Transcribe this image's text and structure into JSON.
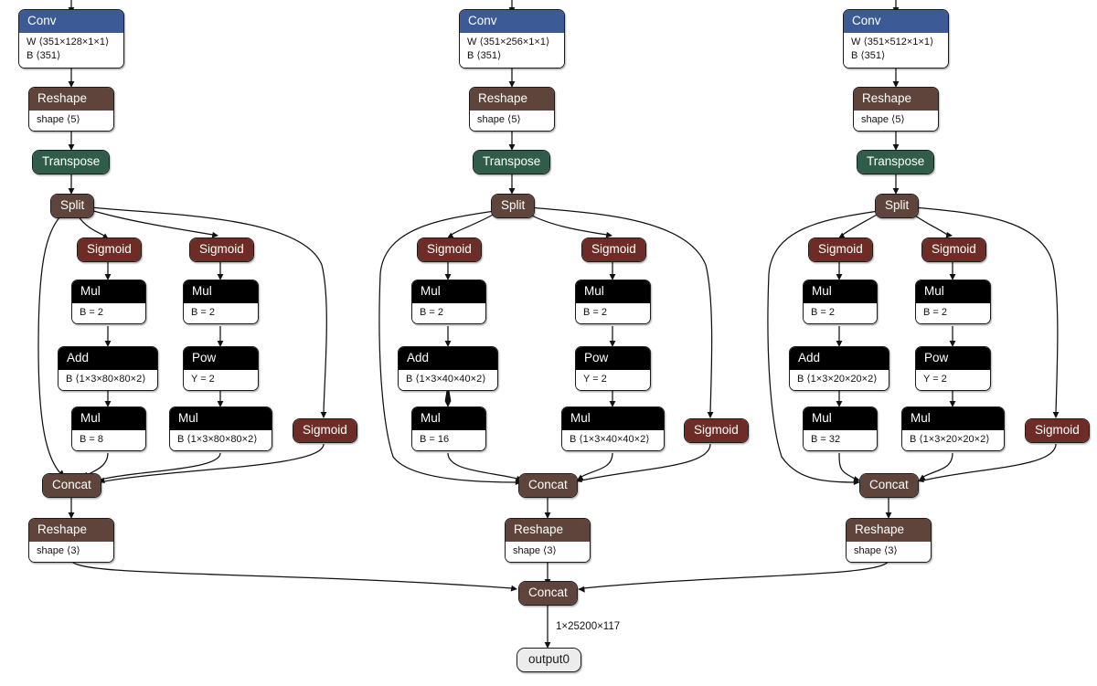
{
  "graph": {
    "output_edge_label": "1×25200×117",
    "output_node": "output0",
    "columns": [
      {
        "conv": {
          "title": "Conv",
          "w": "W ⟨351×128×1×1⟩",
          "b": "B ⟨351⟩"
        },
        "reshape_top": {
          "title": "Reshape",
          "shape": "shape ⟨5⟩"
        },
        "transpose": {
          "title": "Transpose"
        },
        "split": {
          "title": "Split"
        },
        "sigmoid_a": {
          "title": "Sigmoid"
        },
        "sigmoid_b": {
          "title": "Sigmoid"
        },
        "sigmoid_c": {
          "title": "Sigmoid"
        },
        "mul_a1": {
          "title": "Mul",
          "attr": "B = 2"
        },
        "mul_b1": {
          "title": "Mul",
          "attr": "B = 2"
        },
        "add": {
          "title": "Add",
          "attr": "B ⟨1×3×80×80×2⟩"
        },
        "pow": {
          "title": "Pow",
          "attr": "Y = 2"
        },
        "mul_a2": {
          "title": "Mul",
          "attr": "B = 8"
        },
        "mul_b2": {
          "title": "Mul",
          "attr": "B ⟨1×3×80×80×2⟩"
        },
        "concat": {
          "title": "Concat"
        },
        "reshape_bottom": {
          "title": "Reshape",
          "shape": "shape ⟨3⟩"
        }
      },
      {
        "conv": {
          "title": "Conv",
          "w": "W ⟨351×256×1×1⟩",
          "b": "B ⟨351⟩"
        },
        "reshape_top": {
          "title": "Reshape",
          "shape": "shape ⟨5⟩"
        },
        "transpose": {
          "title": "Transpose"
        },
        "split": {
          "title": "Split"
        },
        "sigmoid_a": {
          "title": "Sigmoid"
        },
        "sigmoid_b": {
          "title": "Sigmoid"
        },
        "sigmoid_c": {
          "title": "Sigmoid"
        },
        "mul_a1": {
          "title": "Mul",
          "attr": "B = 2"
        },
        "mul_b1": {
          "title": "Mul",
          "attr": "B = 2"
        },
        "add": {
          "title": "Add",
          "attr": "B ⟨1×3×40×40×2⟩"
        },
        "pow": {
          "title": "Pow",
          "attr": "Y = 2"
        },
        "mul_a2": {
          "title": "Mul",
          "attr": "B = 16"
        },
        "mul_b2": {
          "title": "Mul",
          "attr": "B ⟨1×3×40×40×2⟩"
        },
        "concat": {
          "title": "Concat"
        },
        "reshape_bottom": {
          "title": "Reshape",
          "shape": "shape ⟨3⟩"
        }
      },
      {
        "conv": {
          "title": "Conv",
          "w": "W ⟨351×512×1×1⟩",
          "b": "B ⟨351⟩"
        },
        "reshape_top": {
          "title": "Reshape",
          "shape": "shape ⟨5⟩"
        },
        "transpose": {
          "title": "Transpose"
        },
        "split": {
          "title": "Split"
        },
        "sigmoid_a": {
          "title": "Sigmoid"
        },
        "sigmoid_b": {
          "title": "Sigmoid"
        },
        "sigmoid_c": {
          "title": "Sigmoid"
        },
        "mul_a1": {
          "title": "Mul",
          "attr": "B = 2"
        },
        "mul_b1": {
          "title": "Mul",
          "attr": "B = 2"
        },
        "add": {
          "title": "Add",
          "attr": "B ⟨1×3×20×20×2⟩"
        },
        "pow": {
          "title": "Pow",
          "attr": "Y = 2"
        },
        "mul_a2": {
          "title": "Mul",
          "attr": "B = 32"
        },
        "mul_b2": {
          "title": "Mul",
          "attr": "B ⟨1×3×20×20×2⟩"
        },
        "concat": {
          "title": "Concat"
        },
        "reshape_bottom": {
          "title": "Reshape",
          "shape": "shape ⟨3⟩"
        }
      }
    ],
    "final_concat": {
      "title": "Concat"
    },
    "colors": {
      "conv": "#3c5a96",
      "reshape": "#5e443a",
      "transpose": "#2f5d4a",
      "split": "#5e443a",
      "concat": "#5e443a",
      "sigmoid": "#6e2c26",
      "op": "#000000",
      "io": "#ececec",
      "edge": "#111111"
    }
  }
}
